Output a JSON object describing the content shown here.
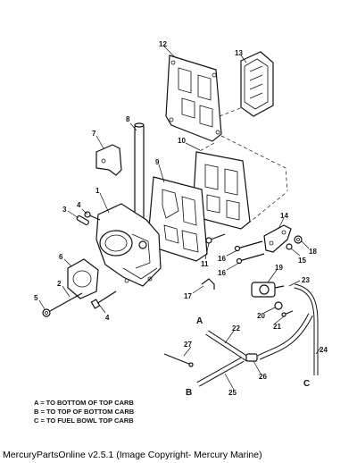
{
  "callouts": {
    "c1": "1",
    "c2": "2",
    "c3": "3",
    "c4a": "4",
    "c4b": "4",
    "c5": "5",
    "c6": "6",
    "c7": "7",
    "c8": "8",
    "c9": "9",
    "c10": "10",
    "c11": "11",
    "c12": "12",
    "c13": "13",
    "c14": "14",
    "c15": "15",
    "c16a": "16",
    "c16b": "16",
    "c17": "17",
    "c18": "18",
    "c19": "19",
    "c20": "20",
    "c21": "21",
    "c22": "22",
    "c23": "23",
    "c24": "24",
    "c25": "25",
    "c26": "26",
    "c27": "27"
  },
  "hose_labels": {
    "a": "A",
    "b": "B",
    "c": "C"
  },
  "legend": [
    "A = TO BOTTOM OF TOP CARB",
    "B = TO TOP OF BOTTOM CARB",
    "C = TO FUEL BOWL TOP CARB"
  ],
  "footer": "MercuryPartsOnline v2.5.1 (Image Copyright- Mercury Marine)"
}
